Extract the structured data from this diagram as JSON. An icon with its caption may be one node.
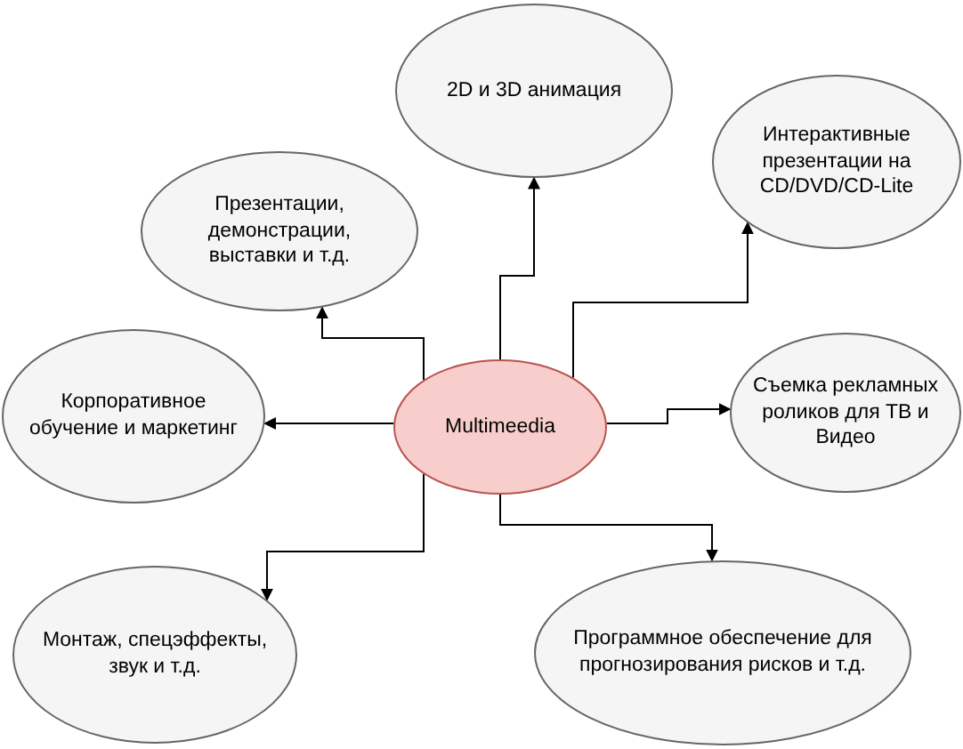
{
  "diagram": {
    "nodes": [
      {
        "text": [
          "2D и 3D анимация"
        ]
      },
      {
        "text": [
          "Интерактивные презентации на CD/DVD/CD-Lite"
        ]
      },
      {
        "text": [
          "Презентации, демонстрации, выставки и т.д."
        ]
      },
      {
        "text": [
          "Корпоративное обучение и маркетинг"
        ]
      },
      {
        "text": [
          "Multimeedia"
        ]
      },
      {
        "text": [
          "Съемка рекламных роликов для ТВ и Видео"
        ]
      },
      {
        "text": [
          "Монтаж, спецэффекты, звук и т.д."
        ]
      },
      {
        "text": [
          "Программное обеспечение для прогнозирования рисков и т.д."
        ]
      }
    ],
    "edges": [
      {
        "from": 4,
        "to": 0,
        "arrow": "to"
      },
      {
        "from": 4,
        "to": 1,
        "arrow": "to"
      },
      {
        "from": 4,
        "to": 2,
        "arrow": "to"
      },
      {
        "from": 4,
        "to": 3,
        "arrow": "to"
      },
      {
        "from": 4,
        "to": 5,
        "arrow": "to"
      },
      {
        "from": 4,
        "to": 6,
        "arrow": "to"
      },
      {
        "from": 4,
        "to": 7,
        "arrow": "to"
      }
    ]
  }
}
